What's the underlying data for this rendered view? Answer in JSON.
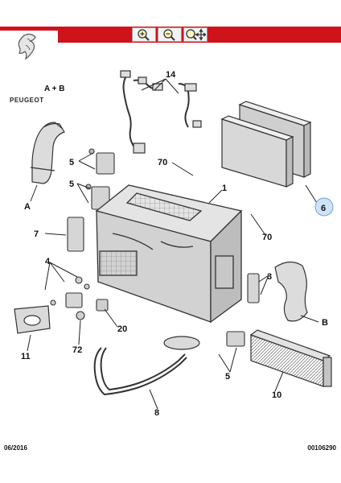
{
  "header": {
    "brand": "PEUGEOT",
    "variant": "A + B",
    "toolbar": [
      {
        "name": "zoom-in-icon"
      },
      {
        "name": "zoom-out-icon"
      },
      {
        "name": "zoom-pan-icon"
      }
    ]
  },
  "callouts": {
    "c14": "14",
    "c5a": "5",
    "c70a": "70",
    "c1": "1",
    "c5b": "5",
    "cA": "A",
    "c6": "6",
    "c7": "7",
    "c70b": "70",
    "c4": "4",
    "c3": "3",
    "cB": "B",
    "c20": "20",
    "c11": "11",
    "c72": "72",
    "c5c": "5",
    "c10": "10",
    "c8": "8"
  },
  "footer": {
    "date": "06/2016",
    "reference": "00106290"
  },
  "colors": {
    "header_red": "#d0121b",
    "callout_highlight": "#cfe3f7"
  }
}
